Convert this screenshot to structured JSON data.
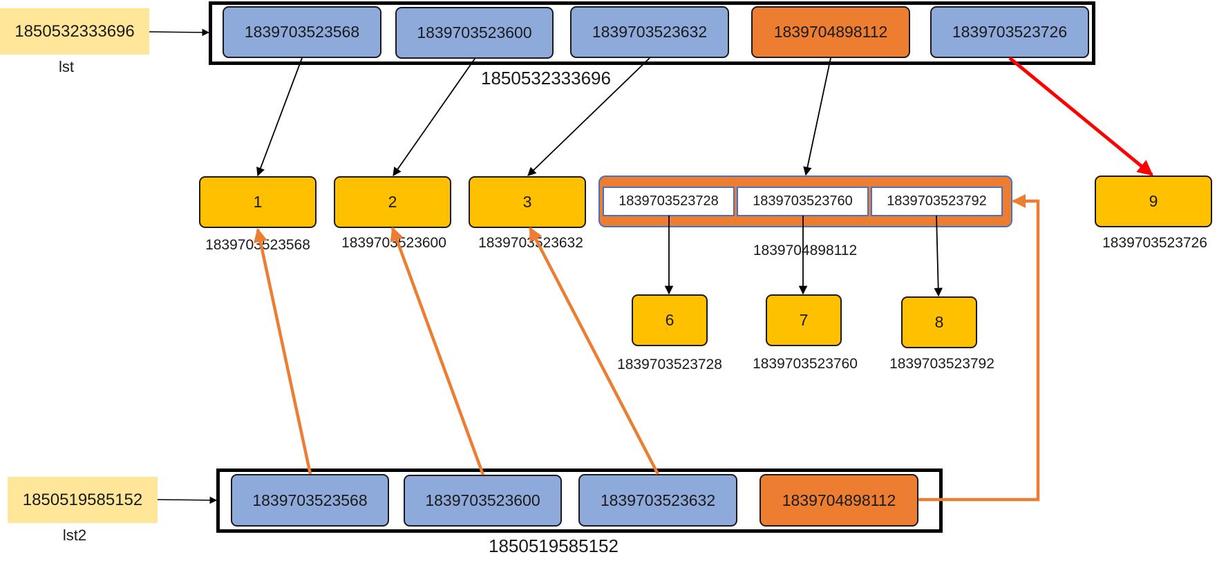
{
  "lst": {
    "address": "1850532333696",
    "name": "lst",
    "frame_label": "1850532333696",
    "cells": [
      {
        "value": "1839703523568",
        "color": "#8eaadb"
      },
      {
        "value": "1839703523600",
        "color": "#8eaadb"
      },
      {
        "value": "1839703523632",
        "color": "#8eaadb"
      },
      {
        "value": "1839704898112",
        "color": "#ed7d31"
      },
      {
        "value": "1839703523726",
        "color": "#8eaadb"
      }
    ]
  },
  "objects": [
    {
      "value": "1",
      "id": "1839703523568"
    },
    {
      "value": "2",
      "id": "1839703523600"
    },
    {
      "value": "3",
      "id": "1839703523632"
    },
    {
      "value": "9",
      "id": "1839703523726"
    }
  ],
  "inner_list": {
    "id": "1839704898112",
    "cells": [
      "1839703523728",
      "1839703523760",
      "1839703523792"
    ],
    "children": [
      {
        "value": "6",
        "id": "1839703523728"
      },
      {
        "value": "7",
        "id": "1839703523760"
      },
      {
        "value": "8",
        "id": "1839703523792"
      }
    ]
  },
  "lst2": {
    "address": "1850519585152",
    "name": "lst2",
    "frame_label": "1850519585152",
    "cells": [
      {
        "value": "1839703523568",
        "color": "#8eaadb"
      },
      {
        "value": "1839703523600",
        "color": "#8eaadb"
      },
      {
        "value": "1839703523632",
        "color": "#8eaadb"
      },
      {
        "value": "1839704898112",
        "color": "#ed7d31"
      }
    ]
  },
  "colors": {
    "var_box": "#ffe699",
    "list_cell": "#8eaadb",
    "nested_ref": "#ed7d31",
    "int_object": "#ffc000",
    "lst2_arrow": "#ed7d31",
    "new_item_arrow": "#ff0000"
  }
}
